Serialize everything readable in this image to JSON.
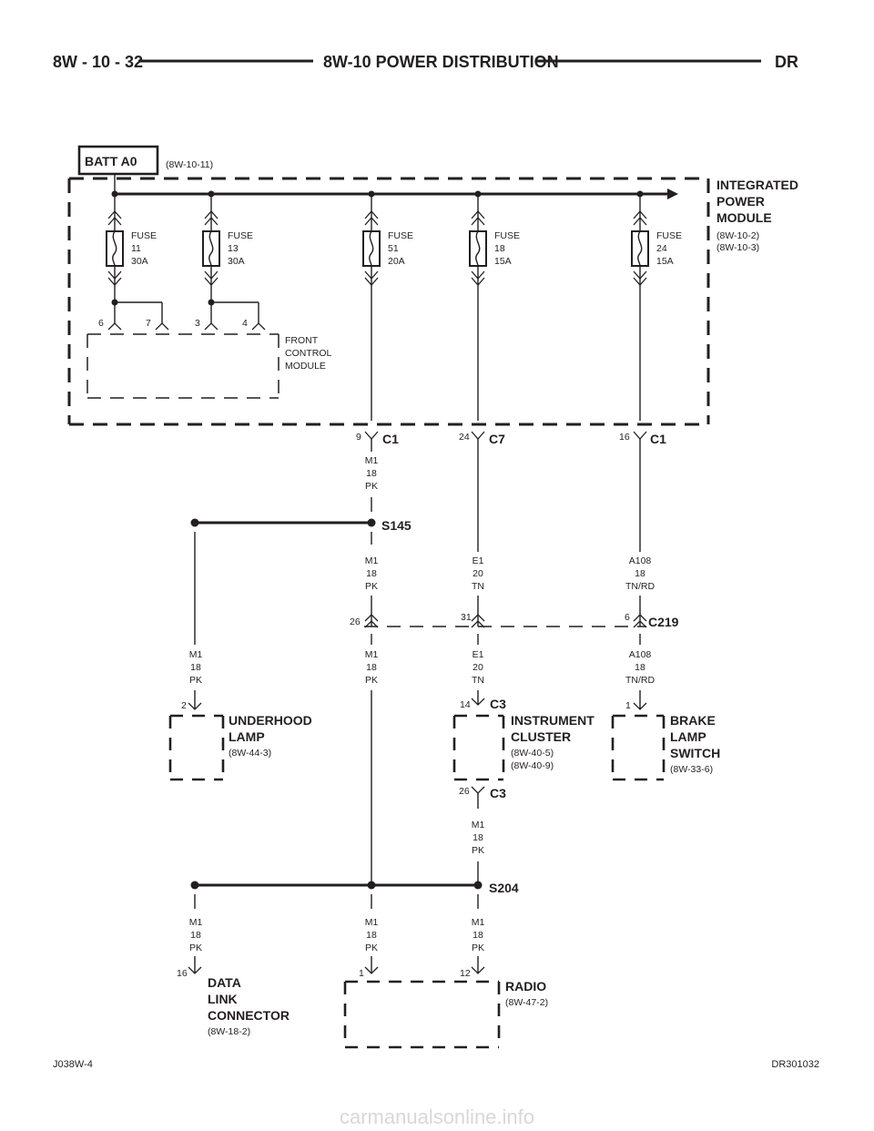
{
  "header": {
    "left": "8W - 10 - 32",
    "center": "8W-10 POWER DISTRIBUTION",
    "right": "DR"
  },
  "batt": {
    "label": "BATT A0",
    "ref": "(8W-10-11)"
  },
  "ipm": {
    "name_lines": [
      "INTEGRATED",
      "POWER",
      "MODULE"
    ],
    "refs": [
      "(8W-10-2)",
      "(8W-10-3)"
    ]
  },
  "fuses": [
    {
      "lines": [
        "FUSE",
        "11",
        "30A"
      ]
    },
    {
      "lines": [
        "FUSE",
        "13",
        "30A"
      ]
    },
    {
      "lines": [
        "FUSE",
        "51",
        "20A"
      ]
    },
    {
      "lines": [
        "FUSE",
        "18",
        "15A"
      ]
    },
    {
      "lines": [
        "FUSE",
        "24",
        "15A"
      ]
    }
  ],
  "fcm": {
    "pins": [
      "6",
      "7",
      "3",
      "4"
    ],
    "name_lines": [
      "FRONT",
      "CONTROL",
      "MODULE"
    ]
  },
  "ipm_connectors": [
    {
      "pin": "9",
      "name": "C1"
    },
    {
      "pin": "24",
      "name": "C7"
    },
    {
      "pin": "16",
      "name": "C1"
    }
  ],
  "wires": {
    "m1_18_pk": [
      "M1",
      "18",
      "PK"
    ],
    "e1_20_tn": [
      "E1",
      "20",
      "TN"
    ],
    "a108_18_tnrd": [
      "A108",
      "18",
      "TN/RD"
    ]
  },
  "splices": {
    "s145": "S145",
    "s204": "S204"
  },
  "c219": {
    "name": "C219",
    "pins": [
      "26",
      "31",
      "6"
    ]
  },
  "underhood_lamp": {
    "pin": "2",
    "name_lines": [
      "UNDERHOOD",
      "LAMP"
    ],
    "ref": "(8W-44-3)"
  },
  "instrument_cluster": {
    "pin_in": "14",
    "conn_in": "C3",
    "pin_out": "26",
    "conn_out": "C3",
    "name_lines": [
      "INSTRUMENT",
      "CLUSTER"
    ],
    "refs": [
      "(8W-40-5)",
      "(8W-40-9)"
    ]
  },
  "brake_lamp_switch": {
    "pin": "1",
    "name_lines": [
      "BRAKE",
      "LAMP",
      "SWITCH"
    ],
    "ref": "(8W-33-6)"
  },
  "data_link_connector": {
    "pin": "16",
    "name_lines": [
      "DATA",
      "LINK",
      "CONNECTOR"
    ],
    "ref": "(8W-18-2)"
  },
  "radio": {
    "pins": [
      "1",
      "12"
    ],
    "name": "RADIO",
    "ref": "(8W-47-2)"
  },
  "footer": {
    "left": "J038W-4",
    "right": "DR301032"
  },
  "watermark": "carmanualsonline.info"
}
